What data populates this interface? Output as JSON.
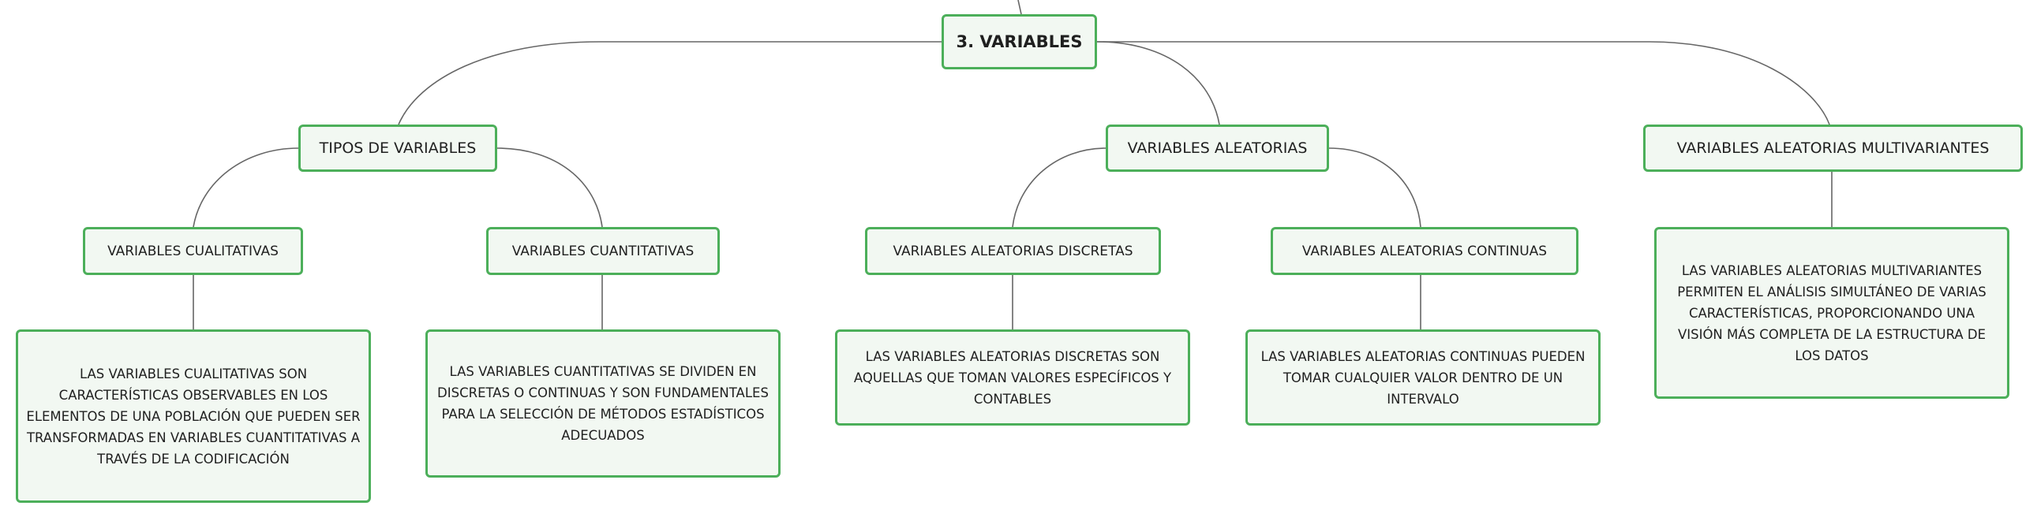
{
  "root": {
    "label": "3. VARIABLES"
  },
  "branches": {
    "tipos": {
      "label": "TIPOS DE VARIABLES",
      "cualitativas": {
        "label": "VARIABLES CUALITATIVAS",
        "description": "LAS VARIABLES CUALITATIVAS SON CARACTERÍSTICAS OBSERVABLES EN LOS ELEMENTOS DE UNA POBLACIÓN QUE PUEDEN SER TRANSFORMADAS EN VARIABLES CUANTITATIVAS A TRAVÉS DE LA CODIFICACIÓN"
      },
      "cuantitativas": {
        "label": "VARIABLES CUANTITATIVAS",
        "description": "LAS VARIABLES CUANTITATIVAS SE DIVIDEN EN DISCRETAS O CONTINUAS Y SON FUNDAMENTALES PARA LA SELECCIÓN DE MÉTODOS ESTADÍSTICOS ADECUADOS"
      }
    },
    "aleatorias": {
      "label": "VARIABLES ALEATORIAS",
      "discretas": {
        "label": "VARIABLES ALEATORIAS DISCRETAS",
        "description": "LAS VARIABLES ALEATORIAS DISCRETAS SON AQUELLAS QUE TOMAN VALORES ESPECÍFICOS Y CONTABLES"
      },
      "continuas": {
        "label": "VARIABLES ALEATORIAS CONTINUAS",
        "description": "LAS VARIABLES ALEATORIAS CONTINUAS PUEDEN TOMAR CUALQUIER VALOR DENTRO DE UN INTERVALO"
      }
    },
    "multivariantes": {
      "label": "VARIABLES ALEATORIAS MULTIVARIANTES",
      "description": "LAS VARIABLES ALEATORIAS MULTIVARIANTES PERMITEN EL ANÁLISIS SIMULTÁNEO DE VARIAS CARACTERÍSTICAS, PROPORCIONANDO UNA VISIÓN MÁS COMPLETA DE LA ESTRUCTURA DE LOS DATOS"
    }
  },
  "colors": {
    "border": "#4caf5a",
    "fill": "#f2f8f2",
    "connector": "#666666"
  }
}
